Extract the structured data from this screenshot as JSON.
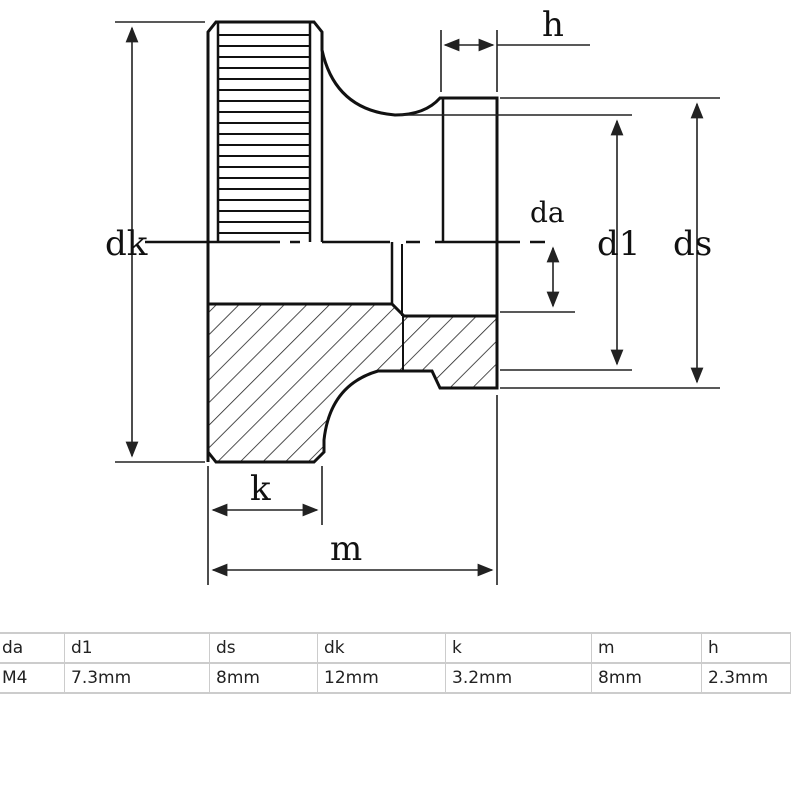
{
  "diagram": {
    "labels": {
      "h": "h",
      "dk": "dk",
      "da": "da",
      "d1": "d1",
      "ds": "ds",
      "k": "k",
      "m": "m"
    }
  },
  "table": {
    "headers": [
      "da",
      "d1",
      "ds",
      "dk",
      "k",
      "m",
      "h"
    ],
    "rows": [
      [
        "M4",
        "7.3mm",
        "8mm",
        "12mm",
        "3.2mm",
        "8mm",
        "2.3mm"
      ]
    ]
  }
}
